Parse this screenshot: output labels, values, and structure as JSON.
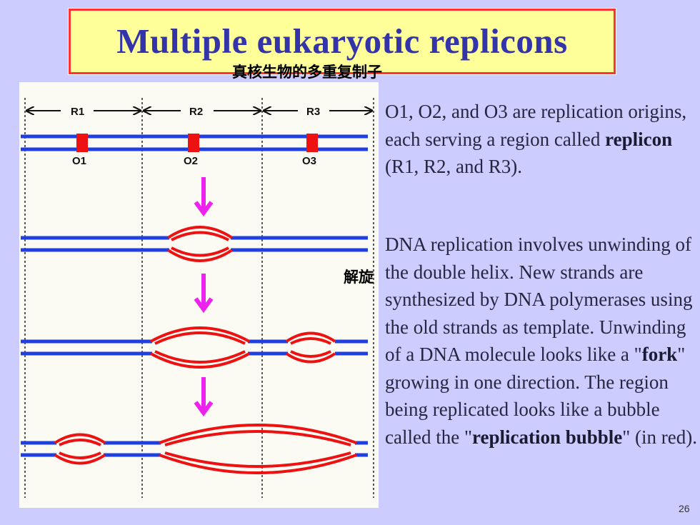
{
  "slide": {
    "title": "Multiple eukaryotic replicons",
    "title_cn": "真核生物的多重复制子",
    "unwind_cn": "解旋",
    "page_number": "26"
  },
  "diagram": {
    "replicon_labels": [
      "R1",
      "R2",
      "R3"
    ],
    "origin_labels": [
      "O1",
      "O2",
      "O3"
    ]
  },
  "text1": {
    "part1": "O1, O2, and O3 are replication origins, each serving a region called ",
    "bold1": "replicon",
    "part2": " (R1, R2, and R3)."
  },
  "text2": {
    "part1": "DNA replication involves unwinding of the double helix. New strands are synthesized by DNA polymerases using the old strands as template. Unwinding of a DNA molecule looks like a \"",
    "bold1": "fork",
    "part2": "\" growing in one direction. The region being replicated looks like a bubble called the \"",
    "bold2": "replication bubble",
    "part3": "\" (in red)."
  },
  "colors": {
    "background": "#ccccff",
    "title_fill": "#ffff99",
    "title_border": "#ff3333",
    "title_text": "#3333aa",
    "dna_blue": "#1f3fe0",
    "bubble_red": "#ee1111",
    "arrow_magenta": "#ee22ee"
  }
}
